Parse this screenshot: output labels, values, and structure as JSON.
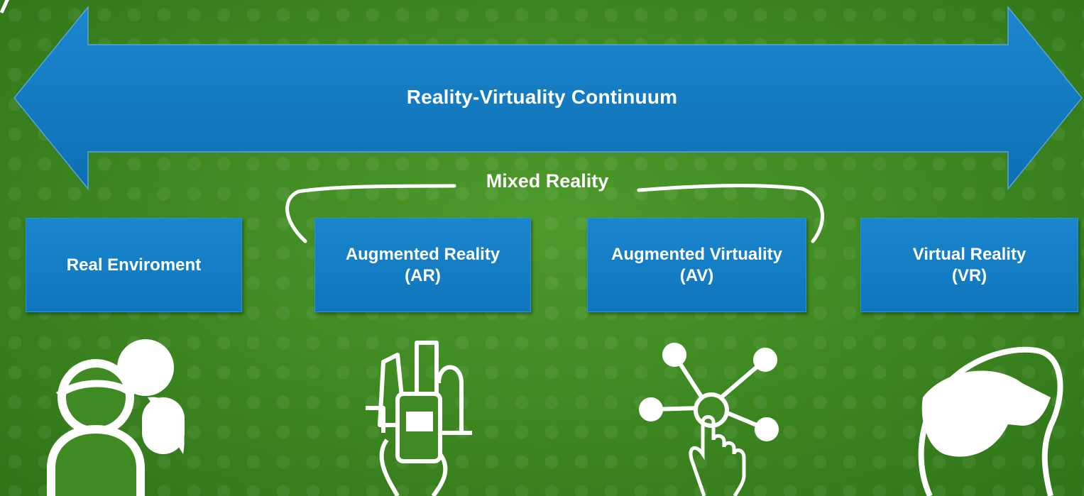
{
  "diagram": {
    "continuum_label": "Reality-Virtuality Continuum",
    "mixed_reality_label": "Mixed Reality",
    "stages": [
      {
        "title": "Real Enviroment",
        "abbr": ""
      },
      {
        "title": "Augmented Reality",
        "abbr": "(AR)"
      },
      {
        "title": "Augmented Virtuality",
        "abbr": "(AV)"
      },
      {
        "title": "Virtual Reality",
        "abbr": "(VR)"
      }
    ],
    "icons": [
      "people-icon",
      "smartphone-city-icon",
      "touch-network-icon",
      "vr-headset-icon"
    ]
  },
  "colors": {
    "background": "#3f8a22",
    "arrow": "#0f76bd",
    "box": "#1a86cd",
    "foreground": "#ffffff"
  }
}
